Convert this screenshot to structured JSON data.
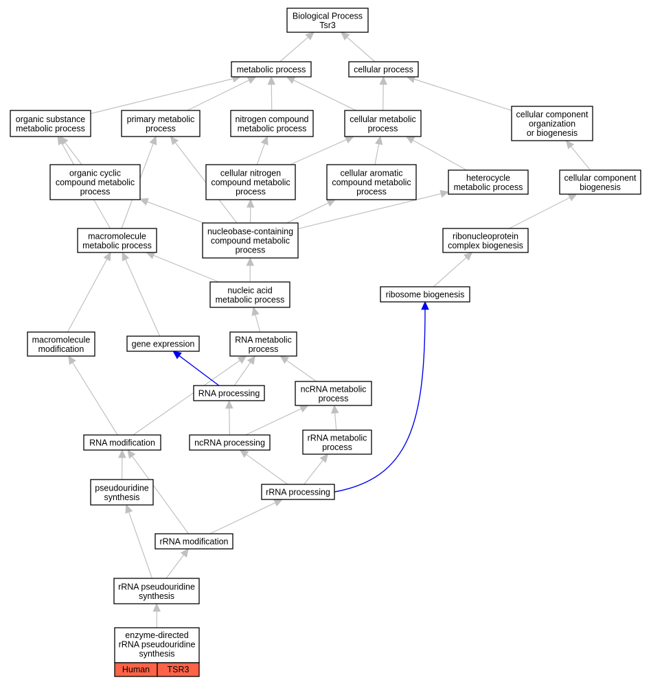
{
  "nodes": {
    "bp": [
      "Biological Process",
      "Tsr3"
    ],
    "metabolic": [
      "metabolic process"
    ],
    "cellular": [
      "cellular process"
    ],
    "organic_substance": [
      "organic substance",
      "metabolic process"
    ],
    "primary_metabolic": [
      "primary metabolic",
      "process"
    ],
    "nitrogen_compound": [
      "nitrogen compound",
      "metabolic process"
    ],
    "cellular_metabolic": [
      "cellular metabolic",
      "process"
    ],
    "ccob": [
      "cellular component",
      "organization",
      "or biogenesis"
    ],
    "organic_cyclic": [
      "organic cyclic",
      "compound metabolic",
      "process"
    ],
    "cellular_nitrogen": [
      "cellular nitrogen",
      "compound metabolic",
      "process"
    ],
    "cellular_aromatic": [
      "cellular aromatic",
      "compound metabolic",
      "process"
    ],
    "heterocycle": [
      "heterocycle",
      "metabolic process"
    ],
    "cc_biogenesis": [
      "cellular component",
      "biogenesis"
    ],
    "macromolecule_metabolic": [
      "macromolecule",
      "metabolic process"
    ],
    "nucleobase": [
      "nucleobase-containing",
      "compound metabolic",
      "process"
    ],
    "rnp_biogenesis": [
      "ribonucleoprotein",
      "complex biogenesis"
    ],
    "nucleic_acid": [
      "nucleic acid",
      "metabolic process"
    ],
    "ribosome_biogenesis": [
      "ribosome biogenesis"
    ],
    "macromolecule_mod": [
      "macromolecule",
      "modification"
    ],
    "gene_expression": [
      "gene expression"
    ],
    "rna_metabolic": [
      "RNA metabolic",
      "process"
    ],
    "rna_processing": [
      "RNA processing"
    ],
    "ncrna_metabolic": [
      "ncRNA metabolic",
      "process"
    ],
    "rna_modification": [
      "RNA modification"
    ],
    "ncrna_processing": [
      "ncRNA processing"
    ],
    "rrna_metabolic": [
      "rRNA metabolic",
      "process"
    ],
    "pseudouridine": [
      "pseudouridine",
      "synthesis"
    ],
    "rrna_processing": [
      "rRNA processing"
    ],
    "rrna_modification": [
      "rRNA modification"
    ],
    "rrna_pseudouridine": [
      "rRNA pseudouridine",
      "synthesis"
    ],
    "enzyme_directed": [
      "enzyme-directed",
      "rRNA pseudouridine",
      "synthesis"
    ]
  },
  "annotation": {
    "species": "Human",
    "gene": "TSR3",
    "color": "#ff6347"
  },
  "colors": {
    "edge": "#c0c0c0",
    "highlight_edge": "#0000ee",
    "node_border": "#000000"
  }
}
